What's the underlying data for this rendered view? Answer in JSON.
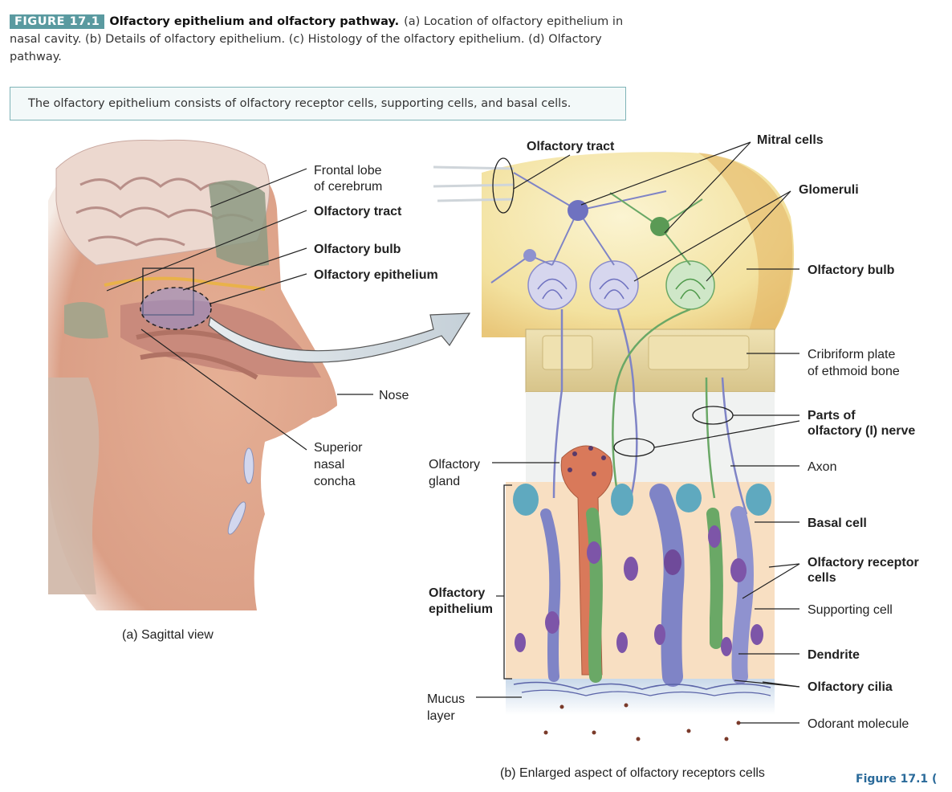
{
  "caption": {
    "tag": "FIGURE 17.1",
    "title": "Olfactory epithelium and olfactory pathway.",
    "text": "(a) Location of olfactory epithelium in nasal cavity. (b) Details of olfactory epithelium. (c) Histology of the olfactory epithelium. (d) Olfactory pathway."
  },
  "note": "The olfactory epithelium consists of olfactory receptor cells, supporting cells, and basal cells.",
  "panel_a": {
    "labels": {
      "frontal_lobe_1": "Frontal lobe",
      "frontal_lobe_2": "of cerebrum",
      "olfactory_tract": "Olfactory tract",
      "olfactory_bulb": "Olfactory bulb",
      "olfactory_epithelium": "Olfactory epithelium",
      "nose": "Nose",
      "concha_1": "Superior",
      "concha_2": "nasal",
      "concha_3": "concha"
    },
    "subcaption": "(a) Sagittal view"
  },
  "panel_b": {
    "labels": {
      "olfactory_tract": "Olfactory tract",
      "mitral_cells": "Mitral cells",
      "glomeruli": "Glomeruli",
      "olfactory_bulb": "Olfactory bulb",
      "cribriform_1": "Cribriform plate",
      "cribriform_2": "of ethmoid bone",
      "nerve_1": "Parts of",
      "nerve_2": "olfactory (I) nerve",
      "axon": "Axon",
      "gland_1": "Olfactory",
      "gland_2": "gland",
      "basal_cell": "Basal cell",
      "receptor_1": "Olfactory receptor",
      "receptor_2": "cells",
      "epithelium_1": "Olfactory",
      "epithelium_2": "epithelium",
      "supporting_cell": "Supporting cell",
      "dendrite": "Dendrite",
      "cilia": "Olfactory cilia",
      "mucus_1": "Mucus",
      "mucus_2": "layer",
      "odorant": "Odorant molecule"
    },
    "subcaption": "(b) Enlarged aspect of olfactory receptors cells"
  },
  "footer_text": "Figure 17.1  (",
  "colors": {
    "caption_tag": "#5a9aa0",
    "note_border": "#7fb4b8",
    "receptor_purple": "#7f84c6",
    "mitral_green": "#6aa866",
    "bulb_yellow": "#f3e7a8",
    "bone": "#e7d9a8",
    "supporting_cell": "#f6dcc0",
    "basal_cell_teal": "#5fa9bf",
    "skin": "#e3b59b"
  }
}
